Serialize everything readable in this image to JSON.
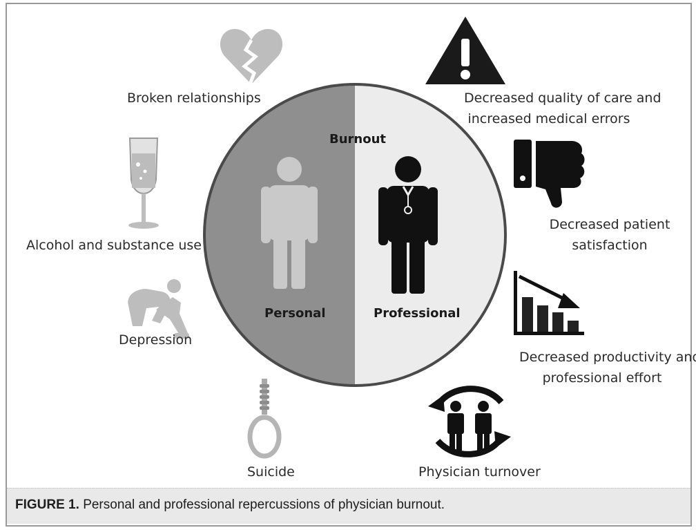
{
  "center": {
    "top_label": "Burnout",
    "left_label": "Personal",
    "right_label": "Professional"
  },
  "personal": {
    "broken_relationships": "Broken relationships",
    "alcohol": "Alcohol and substance use",
    "depression": "Depression",
    "suicide": "Suicide"
  },
  "professional": {
    "quality_line1": "Decreased quality of care and",
    "quality_line2": "increased medical errors",
    "satisfaction_line1": "Decreased patient",
    "satisfaction_line2": "satisfaction",
    "productivity_line1": "Decreased productivity and",
    "productivity_line2": "professional effort",
    "turnover": "Physician turnover"
  },
  "caption": {
    "label": "FIGURE 1.",
    "text": "Personal and professional repercussions of physician burnout."
  },
  "icons": {
    "broken_relationships": "broken-heart-icon",
    "alcohol": "wine-glass-icon",
    "depression": "depressed-person-icon",
    "suicide": "noose-icon",
    "quality": "warning-triangle-icon",
    "satisfaction": "thumbs-down-icon",
    "productivity": "declining-bar-chart-icon",
    "turnover": "turnover-cycle-icon"
  },
  "colors": {
    "personal_half": "#8f8f8f",
    "professional_half": "#ececec",
    "circle_border": "#4a4a4a",
    "caption_bar": "#e9e9e9"
  }
}
